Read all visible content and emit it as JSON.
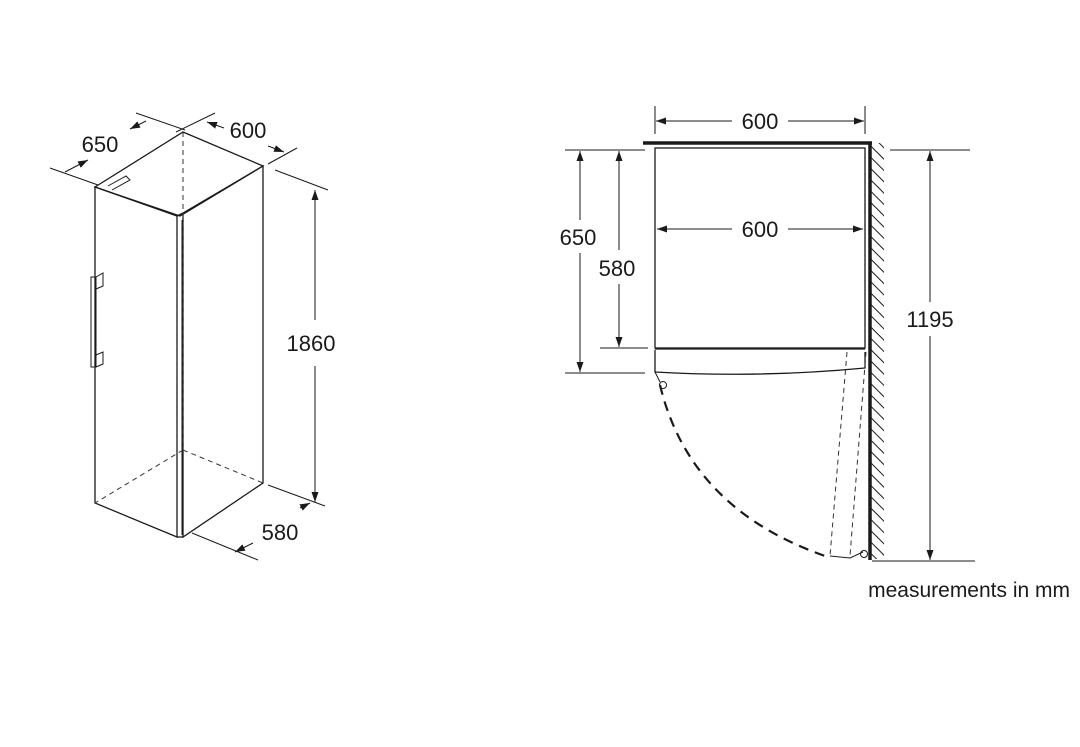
{
  "isometric_view": {
    "depth_label": "650",
    "width_label": "600",
    "height_label": "1860",
    "door_depth_label": "580"
  },
  "top_view": {
    "width_top_label": "600",
    "inner_width_label": "600",
    "depth_label": "650",
    "body_depth_label": "580",
    "door_clearance_label": "1195"
  },
  "note": "measurements in mm"
}
